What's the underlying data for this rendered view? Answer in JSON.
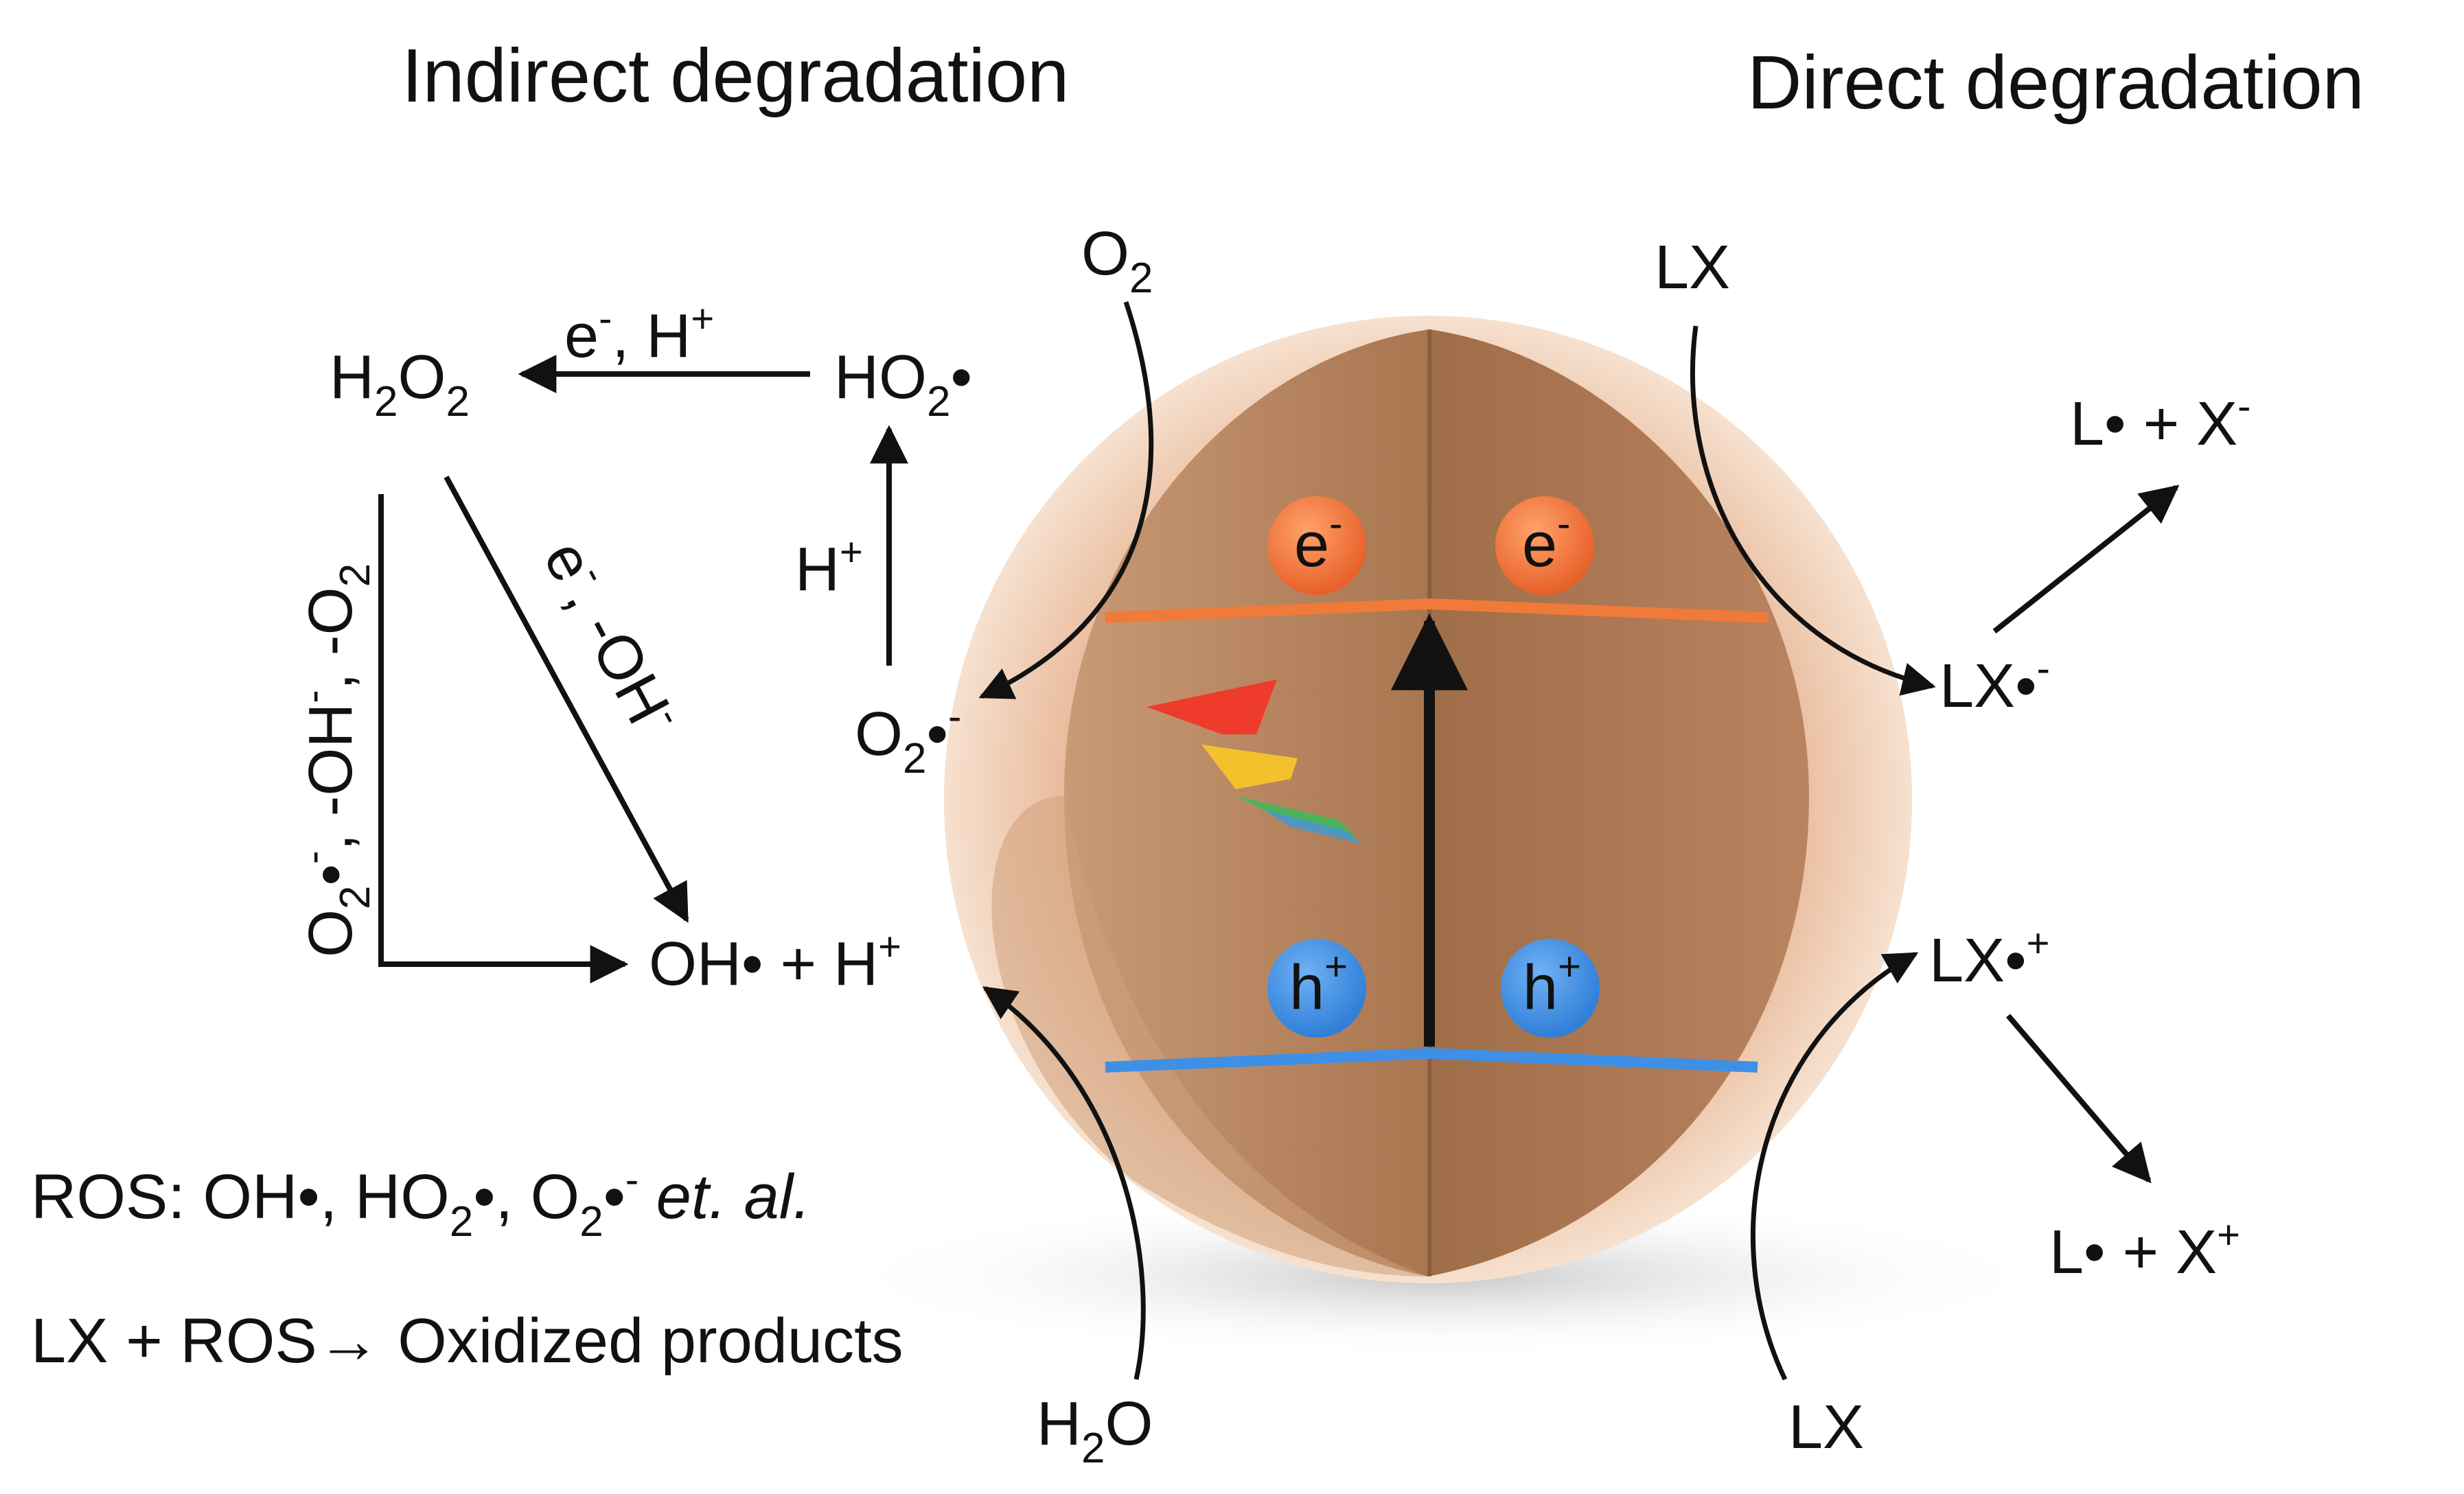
{
  "titles": {
    "indirect": "Indirect degradation",
    "direct": "Direct degradation"
  },
  "species": {
    "o2_top": {
      "base": "O",
      "sub": "2"
    },
    "h2o2": {
      "p1": "H",
      "s1": "2",
      "p2": "O",
      "s2": "2"
    },
    "ho2_radical": {
      "base": "HO",
      "sub": "2",
      "rad": "•"
    },
    "o2_superoxide": {
      "base": "O",
      "sub": "2",
      "rad": "•",
      "sup": "-"
    },
    "oh_plus_h": {
      "base": "OH• + H",
      "sup": "+"
    },
    "h2o": {
      "p1": "H",
      "s1": "2",
      "p2": "O"
    },
    "lx_top": "LX",
    "lx_bottom": "LX",
    "lx_anion": {
      "base": "LX•",
      "sup": "-"
    },
    "lx_cation": {
      "base": "LX•",
      "sup": "+"
    },
    "products_top": {
      "base": "L• + X",
      "sup": "-"
    },
    "products_bottom": {
      "base": "L• + X",
      "sup": "+"
    }
  },
  "arrow_labels": {
    "ho2_to_h2o2": {
      "e": "e",
      "e_sup": "-",
      "rest": ", H",
      "rest_sup": "+"
    },
    "o2_to_ho2": {
      "base": "H",
      "sup": "+"
    },
    "h2o2_to_oh": {
      "e": "e",
      "e_sup": "-",
      "rest": ", -OH",
      "rest_sup": "-"
    },
    "h2o2_vertical": {
      "p1": "O",
      "s1": "2",
      "r1": "•",
      "sup1": "-",
      "p2": ", -OH",
      "sup2": "-",
      "p3": ", -O",
      "s3": "2"
    }
  },
  "carriers": {
    "electron": {
      "base": "e",
      "sup": "-"
    },
    "hole": {
      "base": "h",
      "sup": "+"
    }
  },
  "ros_note": {
    "prefix": "ROS:  OH•,  HO",
    "sub1": "2",
    "mid": "•,  O",
    "sub2": "2",
    "rad": "•",
    "sup": "-",
    "italic": " et. al."
  },
  "reaction_note": "LX + ROS→ Oxidized  products",
  "colors": {
    "electron": "#f07a3a",
    "hole": "#3f8fe6",
    "conduction_band": "#f07a3a",
    "valence_band": "#3f8fe6",
    "sphere": "#b98460",
    "arrow": "#111111"
  }
}
